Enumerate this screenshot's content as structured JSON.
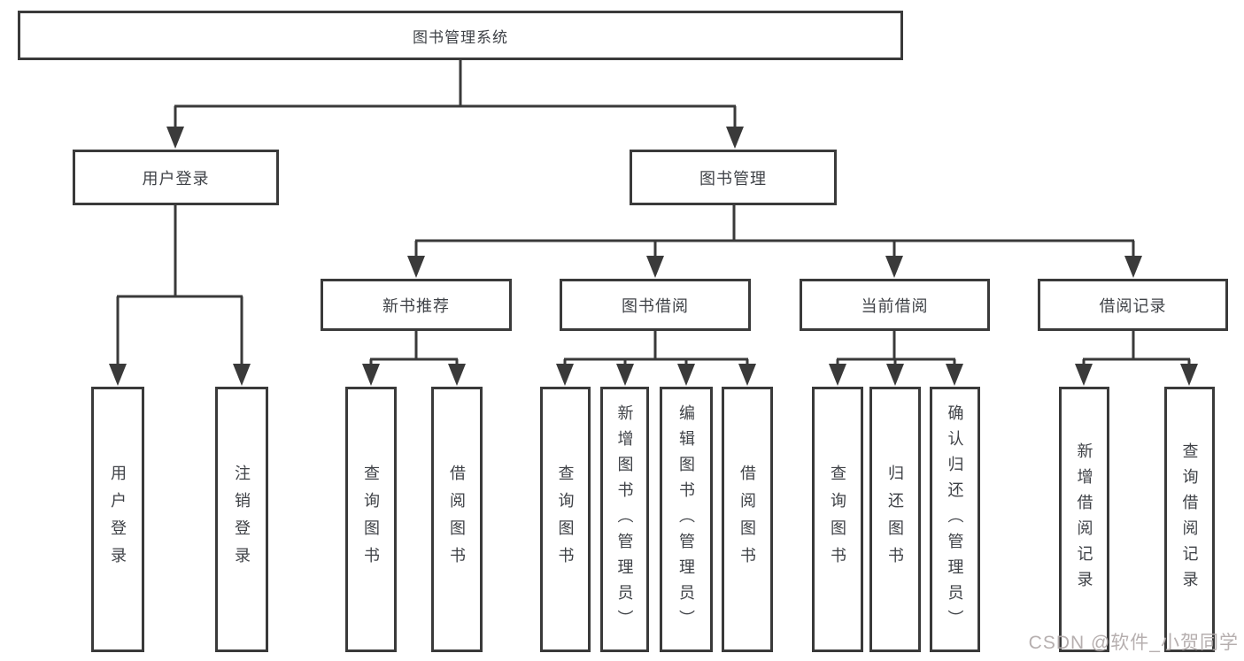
{
  "diagram": {
    "root": {
      "label": "图书管理系统"
    },
    "branches": [
      {
        "label": "用户登录",
        "children": [
          {
            "label": "用户登录"
          },
          {
            "label": "注销登录"
          }
        ]
      },
      {
        "label": "图书管理",
        "children": [
          {
            "label": "新书推荐",
            "children": [
              {
                "label": "查询图书"
              },
              {
                "label": "借阅图书"
              }
            ]
          },
          {
            "label": "图书借阅",
            "children": [
              {
                "label": "查询图书"
              },
              {
                "label": "新增图书（管理员）"
              },
              {
                "label": "编辑图书（管理员）"
              },
              {
                "label": "借阅图书"
              }
            ]
          },
          {
            "label": "当前借阅",
            "children": [
              {
                "label": "查询图书"
              },
              {
                "label": "归还图书"
              },
              {
                "label": "确认归还（管理员）"
              }
            ]
          },
          {
            "label": "借阅记录",
            "children": [
              {
                "label": "新增借阅记录"
              },
              {
                "label": "查询借阅记录"
              }
            ]
          }
        ]
      }
    ]
  },
  "watermark": {
    "text": "CSDN @软件_小贺同学"
  },
  "colors": {
    "line": "#3a3a3a",
    "text": "#3f4247",
    "watermark": "#b2abab",
    "background": "#ffffff"
  }
}
